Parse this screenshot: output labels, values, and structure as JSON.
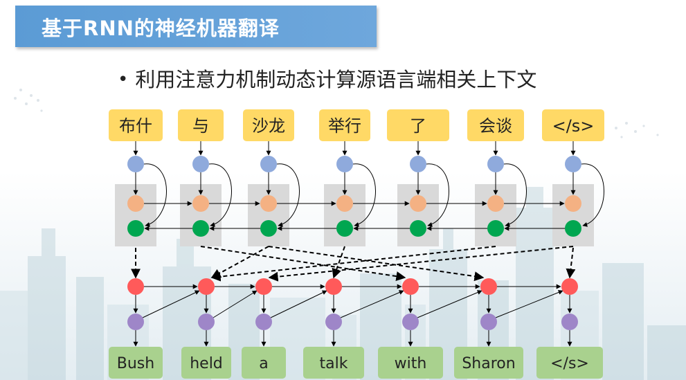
{
  "slide": {
    "title": "基于RNN的神经机器翻译",
    "bullet": "利用注意力机制动态计算源语言端相关上下文"
  },
  "source_tokens": [
    "布什",
    "与",
    "沙龙",
    "举行",
    "了",
    "会谈",
    "</s>"
  ],
  "target_tokens": [
    "Bush",
    "held",
    "a",
    "talk",
    "with",
    "Sharon",
    "</s>"
  ],
  "attention_links": [
    [
      0,
      0
    ],
    [
      2,
      1
    ],
    [
      5,
      1
    ],
    [
      6,
      2
    ],
    [
      3,
      3
    ],
    [
      1,
      4
    ],
    [
      2,
      5
    ],
    [
      6,
      6
    ]
  ],
  "colors": {
    "title_bg": "#5b9bd5",
    "source_box": "#ffd966",
    "target_box": "#a9d18e",
    "embedding_node": "#8faadc",
    "forward_node": "#f4b183",
    "backward_node": "#00a650",
    "decoder_state_node": "#ff5a5a",
    "decoder_output_node": "#9e86c8",
    "encoder_panel": "#d9d9d9"
  }
}
